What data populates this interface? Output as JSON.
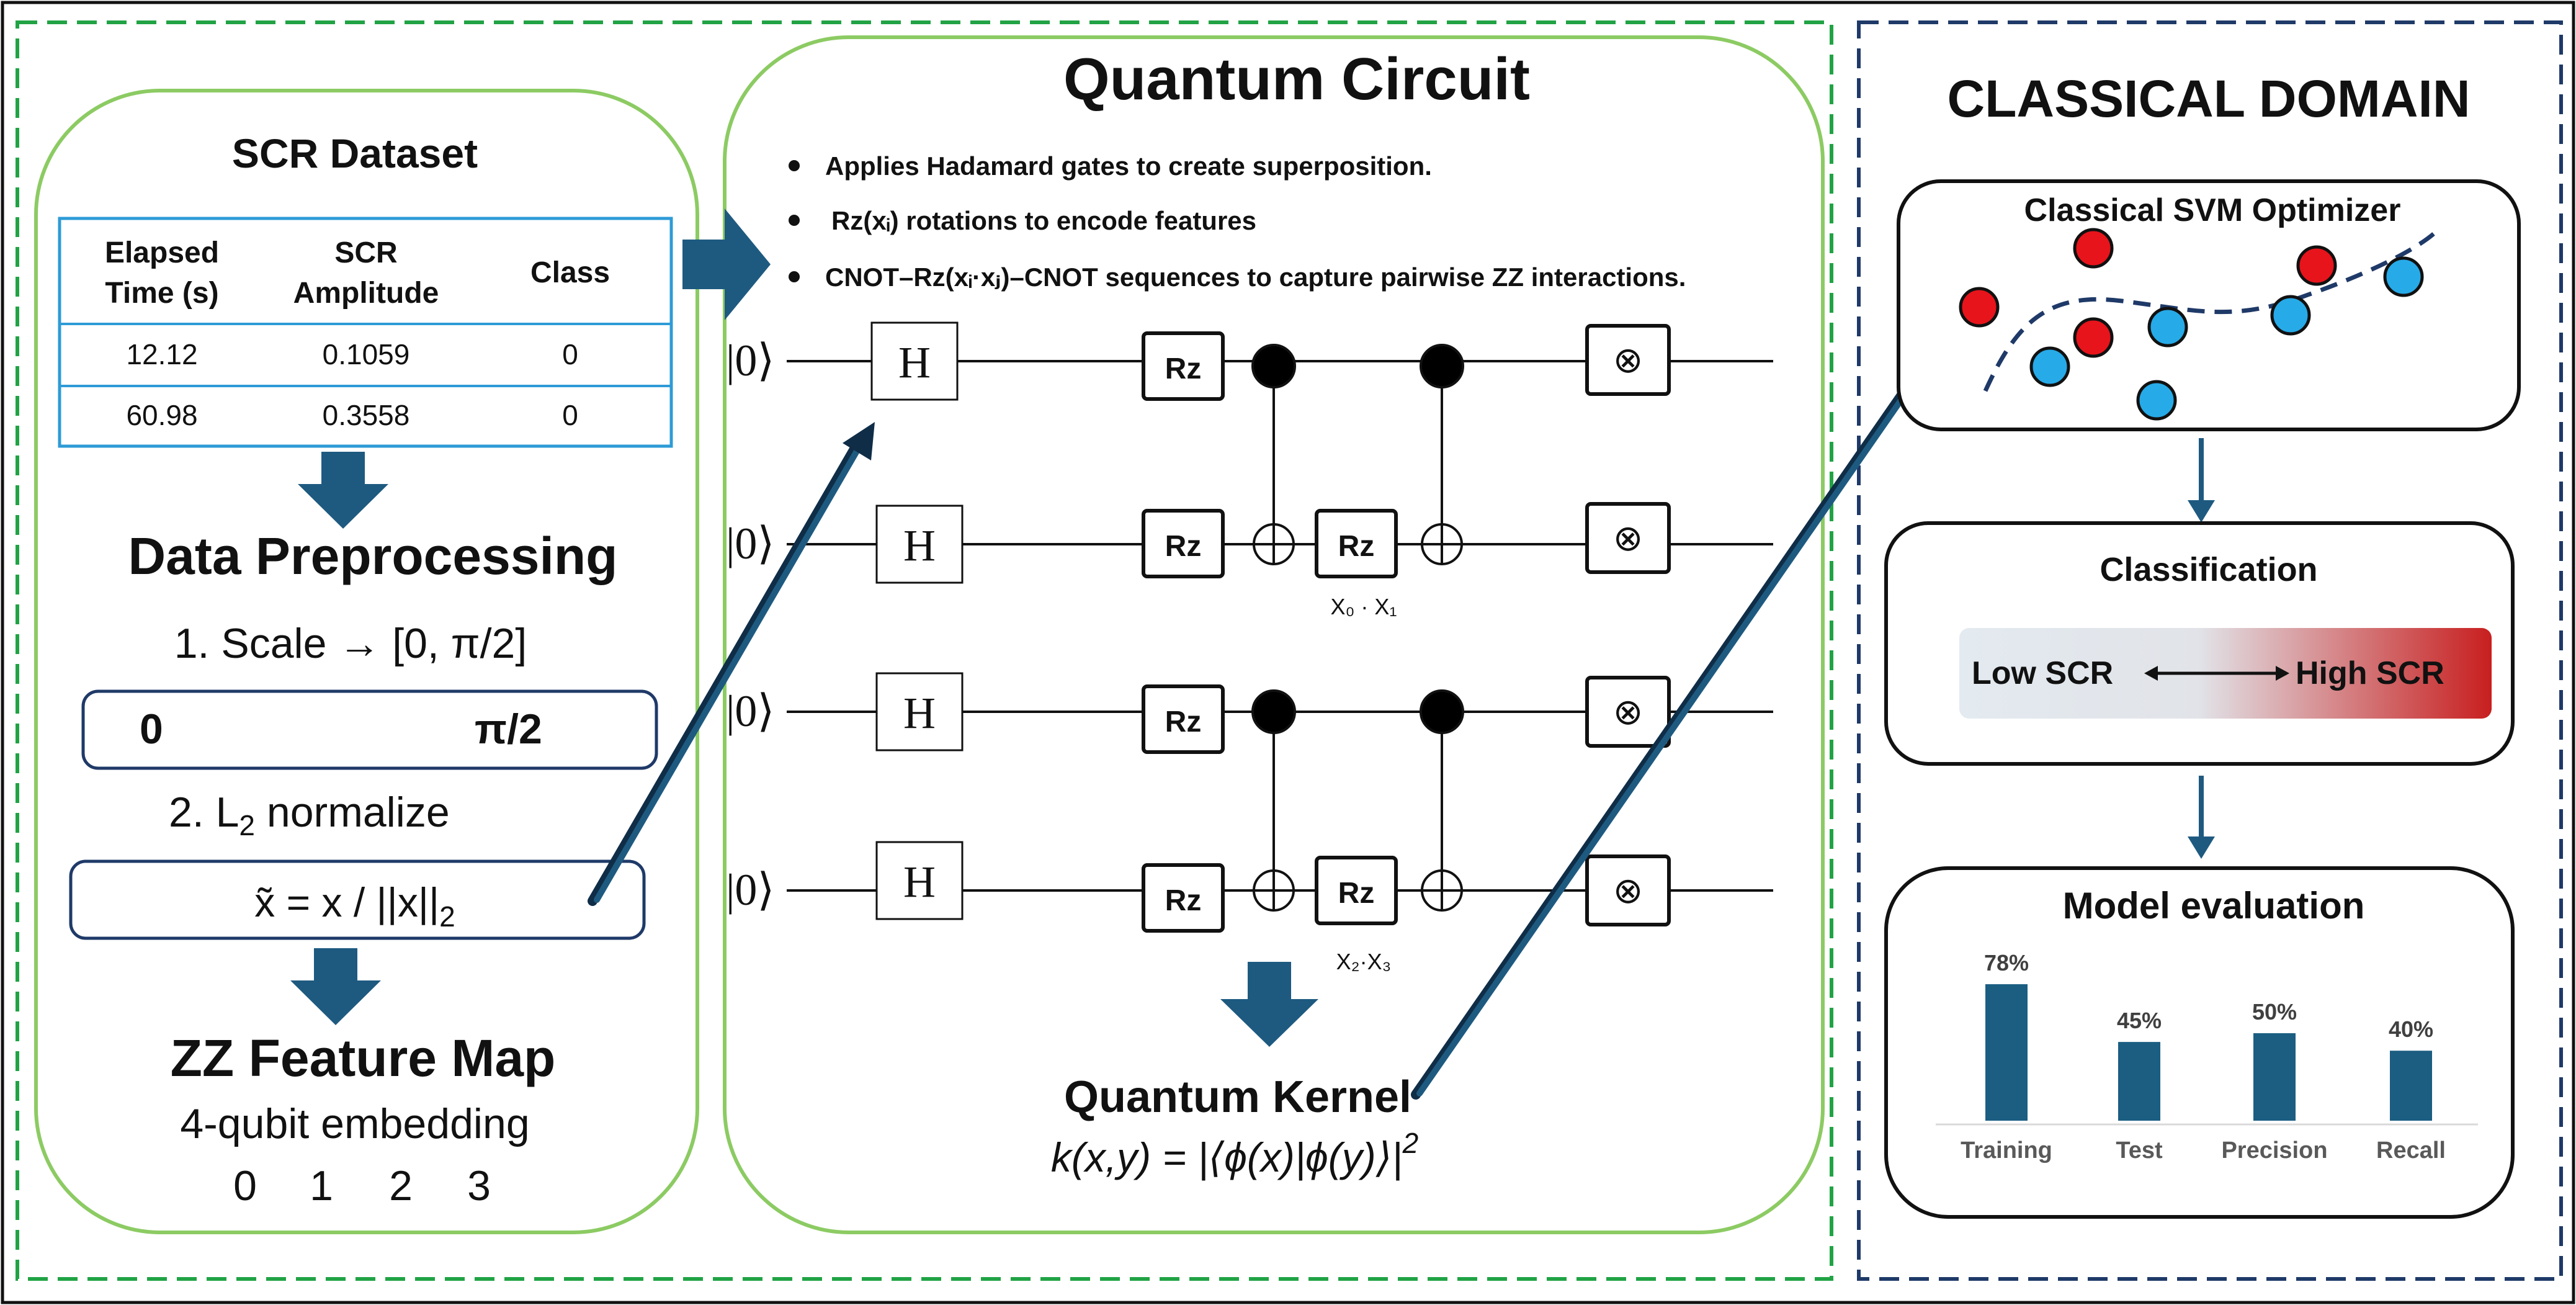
{
  "colors": {
    "quantum_border": "#21A345",
    "classical_border": "#1F3A68",
    "panel_border": "#8CCB63",
    "table_border": "#2E9BD6",
    "arrow": "#1E5A80",
    "bar": "#1B5E82",
    "red_point": "#E8141B",
    "blue_point": "#27AAE8",
    "gradient_low": "#E3EAF0",
    "gradient_high": "#C81F1F"
  },
  "dataset": {
    "title": "SCR Dataset",
    "headers": [
      "Elapsed\nTime (s)",
      "SCR\nAmplitude",
      "Class"
    ],
    "rows": [
      [
        "12.12",
        "0.1059",
        "0"
      ],
      [
        "60.98",
        "0.3558",
        "0"
      ]
    ]
  },
  "preprocessing": {
    "title": "Data Preprocessing",
    "step1": "1. Scale → [0, π/2]",
    "range_min": "0",
    "range_max": "π/2",
    "step2": "2. L",
    "step2_sub": "2",
    "step2_end": " normalize",
    "formula": "x̃ = x / ||x||",
    "formula_sub": "2"
  },
  "feature_map": {
    "title": "ZZ Feature Map",
    "subtitle": "4-qubit embedding",
    "qubits": [
      "0",
      "1",
      "2",
      "3"
    ]
  },
  "circuit": {
    "title": "Quantum Circuit",
    "bullets": [
      "Applies Hadamard gates to create superposition.",
      "Rz(xᵢ) rotations to encode features",
      "CNOT–Rz(xᵢ·xⱼ)–CNOT sequences to capture pairwise ZZ interactions."
    ],
    "ket": "|0⟩",
    "h_label": "H",
    "rz_label": "Rz",
    "measure_symbol": "⊗",
    "interaction_labels": [
      "X₀ · X₁",
      "X₂·X₃"
    ],
    "kernel_title": "Quantum Kernel",
    "kernel_formula": "k(x,y) = |⟨ϕ(x)|ϕ(y)⟩|",
    "kernel_exp": "2"
  },
  "classical": {
    "title": "CLASSICAL DOMAIN",
    "svm_title": "Classical SVM Optimizer",
    "classification_title": "Classification",
    "low_label": "Low SCR",
    "high_label": "High SCR",
    "evaluation_title": "Model evaluation"
  },
  "chart_data": {
    "type": "bar",
    "categories": [
      "Training",
      "Test",
      "Precision",
      "Recall"
    ],
    "values": [
      78,
      45,
      50,
      40
    ],
    "labels": [
      "78%",
      "45%",
      "50%",
      "40%"
    ],
    "ylim": [
      0,
      100
    ]
  }
}
